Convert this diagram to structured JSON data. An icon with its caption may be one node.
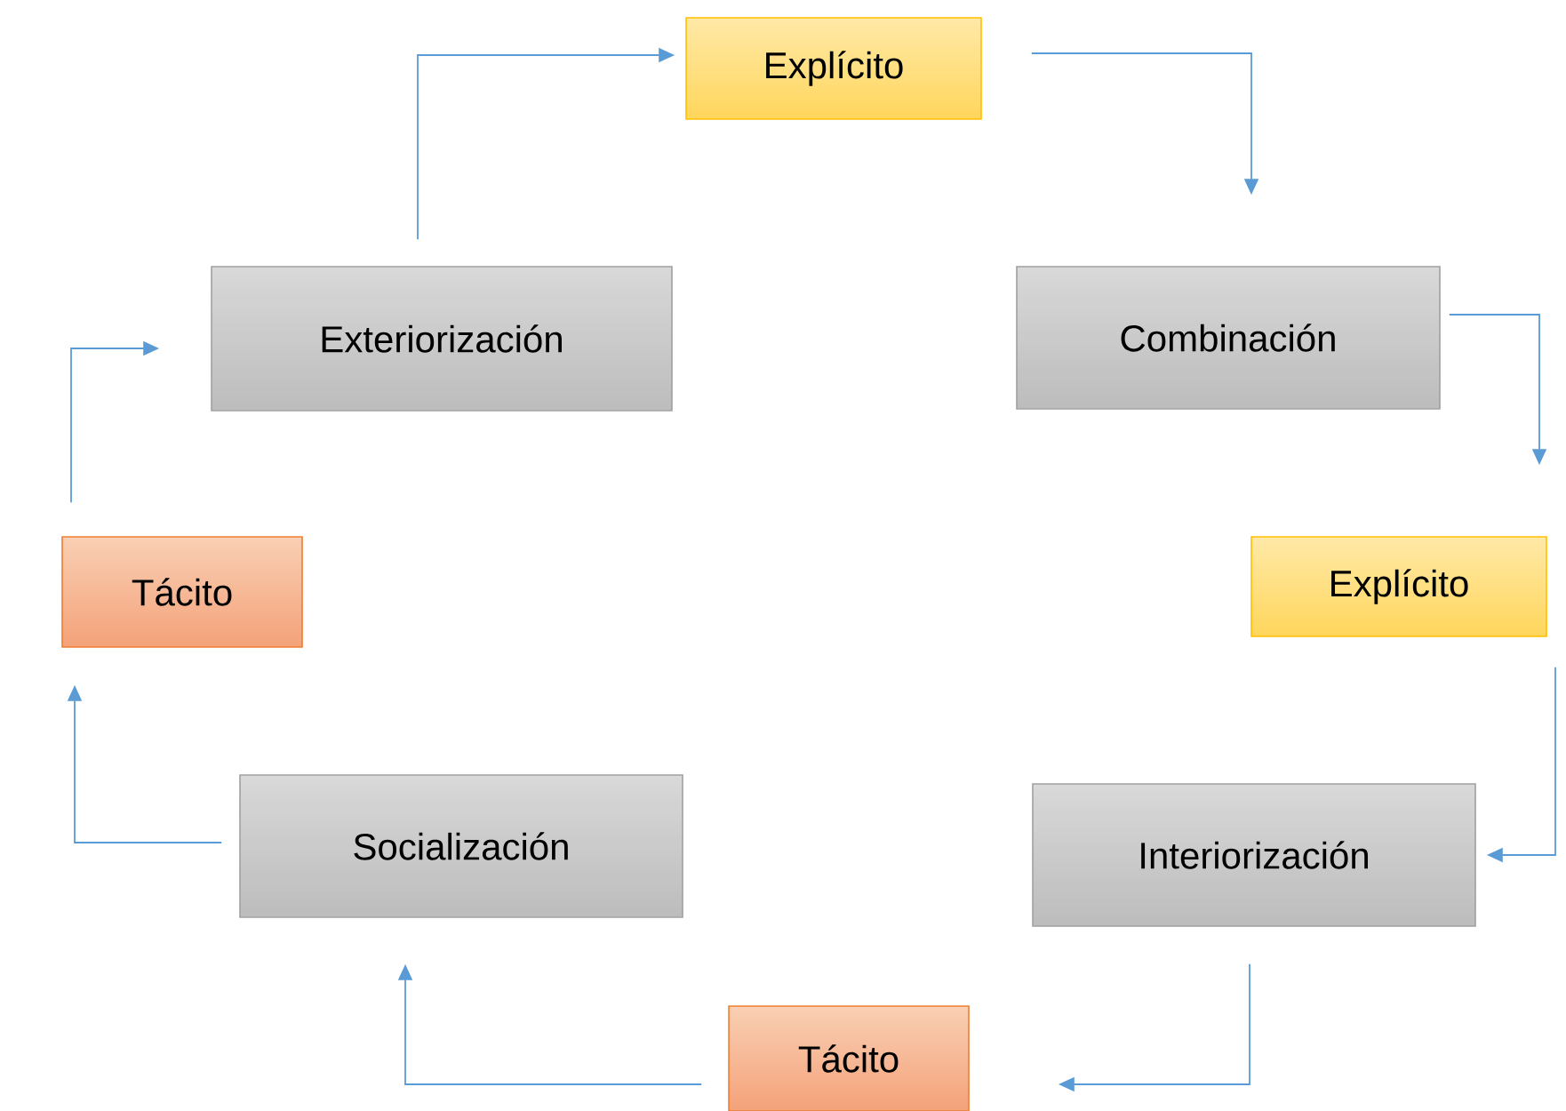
{
  "diagram": {
    "nodes": [
      {
        "text": [
          "Explícito"
        ]
      },
      {
        "text": [
          "Combinación"
        ]
      },
      {
        "text": [
          "Explícito"
        ]
      },
      {
        "text": [
          "Interiorización"
        ]
      },
      {
        "text": [
          "Tácito"
        ]
      },
      {
        "text": [
          "Socialización"
        ]
      },
      {
        "text": [
          "Tácito"
        ]
      },
      {
        "text": [
          "Exteriorización"
        ]
      }
    ],
    "edges": [
      {
        "from": 7,
        "to": 0,
        "arrow": "to"
      },
      {
        "from": 0,
        "to": 1,
        "arrow": "to"
      },
      {
        "from": 1,
        "to": 2,
        "arrow": "to"
      },
      {
        "from": 2,
        "to": 3,
        "arrow": "to"
      },
      {
        "from": 3,
        "to": 4,
        "arrow": "to"
      },
      {
        "from": 4,
        "to": 5,
        "arrow": "to"
      },
      {
        "from": 5,
        "to": 6,
        "arrow": "to"
      },
      {
        "from": 6,
        "to": 7,
        "arrow": "to"
      }
    ]
  }
}
